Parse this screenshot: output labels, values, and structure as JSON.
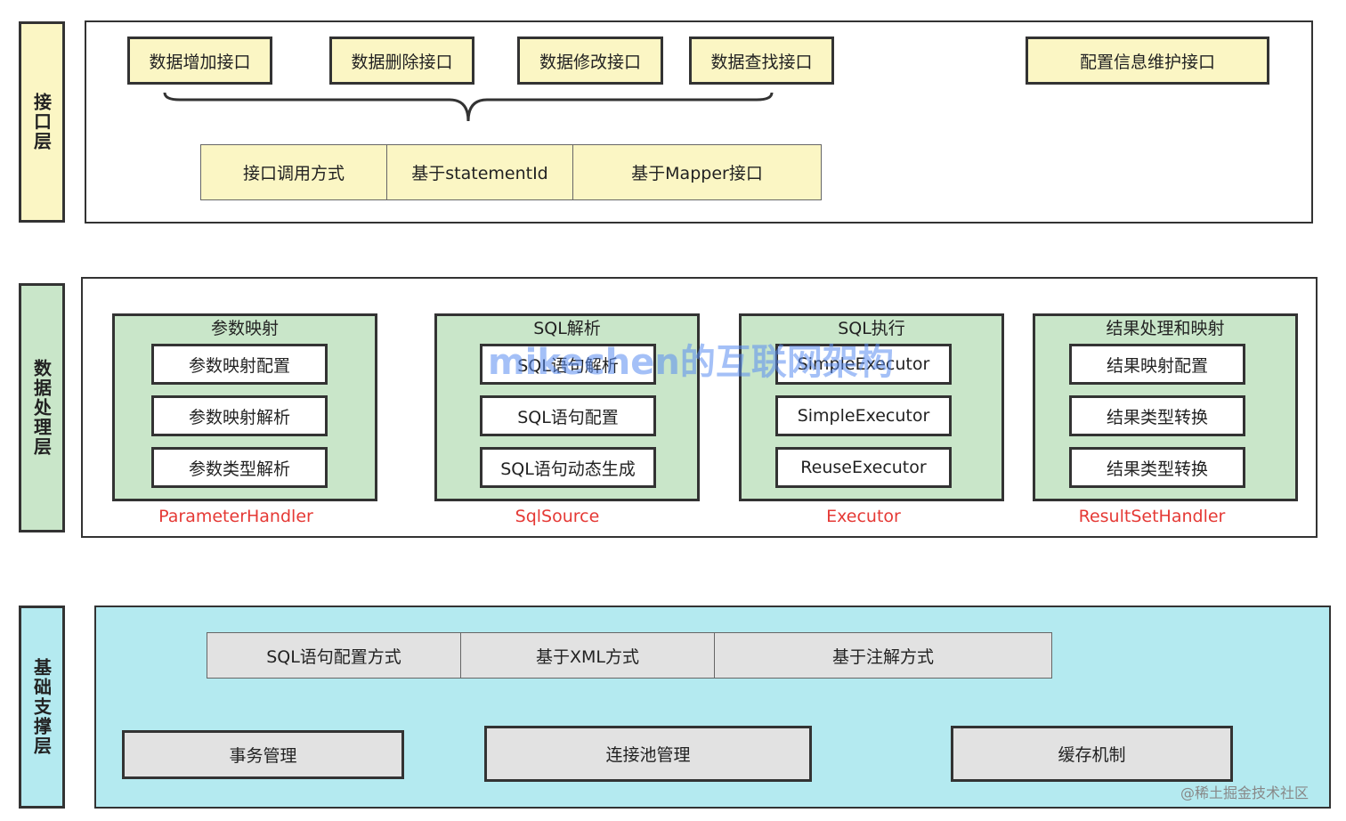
{
  "colors": {
    "interface_fill": "#fbf6c4",
    "processing_fill": "#c9e6c9",
    "foundation_fill": "#b4eaf0",
    "gray_fill": "#e2e2e2",
    "class_name": "#e53935",
    "watermark": "#5a8cf0"
  },
  "interface_layer": {
    "label": "接口层",
    "ops": [
      "数据增加接口",
      "数据删除接口",
      "数据修改接口",
      "数据查找接口"
    ],
    "config": "配置信息维护接口",
    "call_methods": [
      "接口调用方式",
      "基于statementId",
      "基于Mapper接口"
    ]
  },
  "processing_layer": {
    "label": "数据处理层",
    "modules": [
      {
        "title": "参数映射",
        "items": [
          "参数映射配置",
          "参数映射解析",
          "参数类型解析"
        ],
        "class_name": "ParameterHandler"
      },
      {
        "title": "SQL解析",
        "items": [
          "SQL语句解析",
          "SQL语句配置",
          "SQL语句动态生成"
        ],
        "class_name": "SqlSource"
      },
      {
        "title": "SQL执行",
        "items": [
          "SimpleExecutor",
          "SimpleExecutor",
          "ReuseExecutor"
        ],
        "class_name": "Executor"
      },
      {
        "title": "结果处理和映射",
        "items": [
          "结果映射配置",
          "结果类型转换",
          "结果类型转换"
        ],
        "class_name": "ResultSetHandler"
      }
    ]
  },
  "foundation_layer": {
    "label": "基础支撑层",
    "sql_config": [
      "SQL语句配置方式",
      "基于XML方式",
      "基于注解方式"
    ],
    "services": [
      "事务管理",
      "连接池管理",
      "缓存机制"
    ]
  },
  "watermark": "mikechen的互联网架构",
  "credit": "@稀土掘金技术社区"
}
